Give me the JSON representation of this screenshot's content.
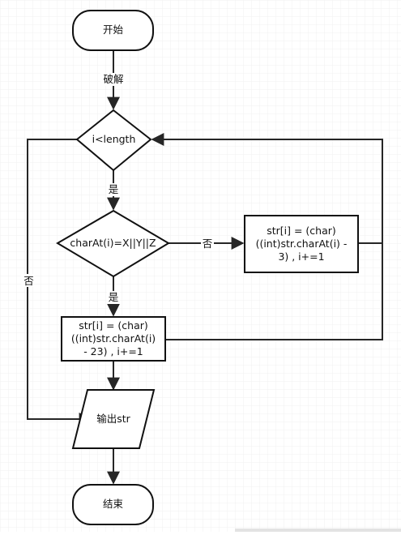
{
  "nodes": {
    "start": "开始",
    "loop_check": "i<length",
    "char_check": "charAt(i)=X||Y||Z",
    "process_no": [
      "str[i] = (char)",
      "((int)str.charAt(i) -",
      "3) , i+=1"
    ],
    "process_yes": [
      "str[i] = (char)",
      "((int)str.charAt(i)",
      "- 23) , i+=1"
    ],
    "output": "输出str",
    "end": "结束"
  },
  "edges": {
    "crack": "破解",
    "loop_yes": "是",
    "loop_no": "否",
    "char_yes": "是",
    "char_no": "否"
  },
  "colors": {
    "line": "#262626",
    "grid": "#ececec",
    "text": "#111111"
  }
}
